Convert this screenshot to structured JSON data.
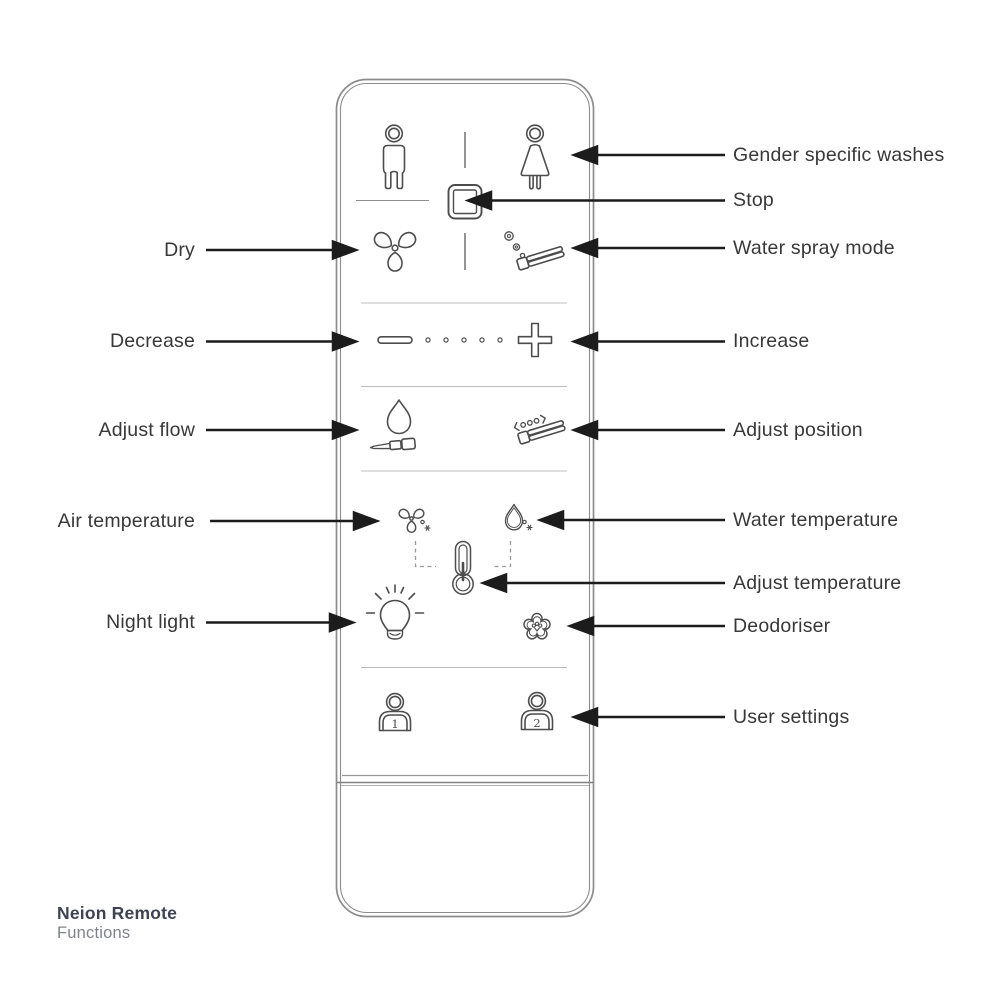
{
  "callouts_left": [
    {
      "id": "dry",
      "text": "Dry"
    },
    {
      "id": "decrease",
      "text": "Decrease"
    },
    {
      "id": "adjust-flow",
      "text": "Adjust flow"
    },
    {
      "id": "air-temperature",
      "text": "Air temperature"
    },
    {
      "id": "night-light",
      "text": "Night light"
    }
  ],
  "callouts_right": [
    {
      "id": "gender-specific-washes",
      "text": "Gender specific washes"
    },
    {
      "id": "stop",
      "text": "Stop"
    },
    {
      "id": "water-spray-mode",
      "text": "Water spray mode"
    },
    {
      "id": "increase",
      "text": "Increase"
    },
    {
      "id": "adjust-position",
      "text": "Adjust position"
    },
    {
      "id": "water-temperature",
      "text": "Water temperature"
    },
    {
      "id": "adjust-temperature",
      "text": "Adjust temperature"
    },
    {
      "id": "deodoriser",
      "text": "Deodoriser"
    },
    {
      "id": "user-settings",
      "text": "User settings"
    }
  ],
  "remote": {
    "users": [
      "1",
      "2"
    ],
    "icons": [
      "male-wash-icon",
      "female-wash-icon",
      "stop-icon",
      "dry-icon",
      "water-spray-mode-icon",
      "decrease-icon",
      "intensity-dots-icon",
      "increase-icon",
      "adjust-flow-icon",
      "adjust-position-icon",
      "air-temperature-icon",
      "water-temperature-icon",
      "adjust-temperature-icon",
      "night-light-icon",
      "deodoriser-icon",
      "user-1-icon",
      "user-2-icon"
    ]
  },
  "footer": {
    "product": "Neion Remote",
    "subtitle": "Functions"
  },
  "colors": {
    "arrow": "#1c1c1c",
    "icon_stroke": "#4d4d4d",
    "body_outline": "#8c8c8c",
    "separator_light": "#bcbcbc",
    "label_text": "#383838",
    "footer_title": "#3d4350",
    "footer_subtitle": "#7f848c"
  }
}
